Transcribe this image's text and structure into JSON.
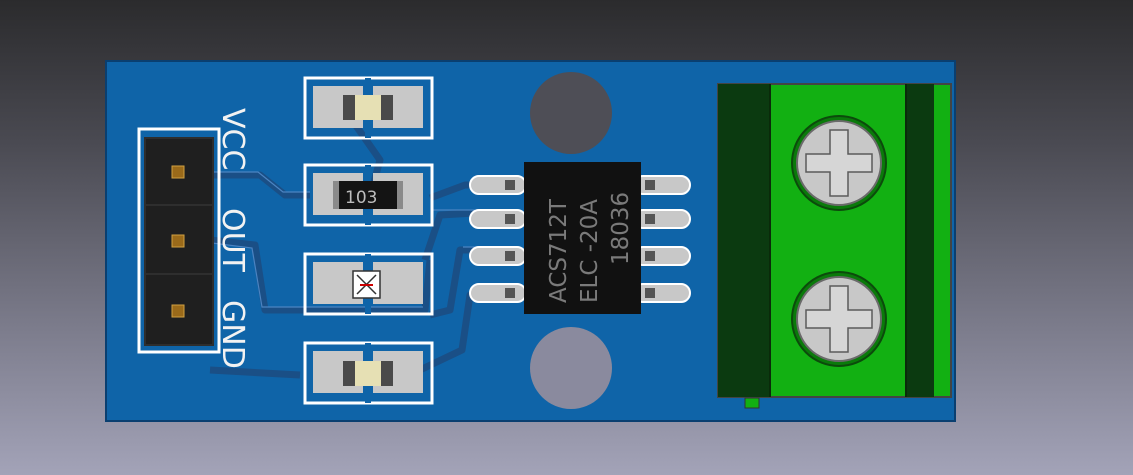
{
  "board": {
    "pin_labels": [
      "VCC",
      "OUT",
      "GND"
    ],
    "chip": {
      "lines": [
        "ACS712T",
        "ELC -20A",
        "18036"
      ]
    },
    "resistor_marking": "103",
    "colors": {
      "pcb": "#0f64a8",
      "pcb_edge": "#0a4a80",
      "trace": "#1a4f86",
      "terminal_block": "#12b012",
      "terminal_dark": "#0b3a10",
      "chip_body": "#111111",
      "pad": "#c8c8c8"
    }
  }
}
